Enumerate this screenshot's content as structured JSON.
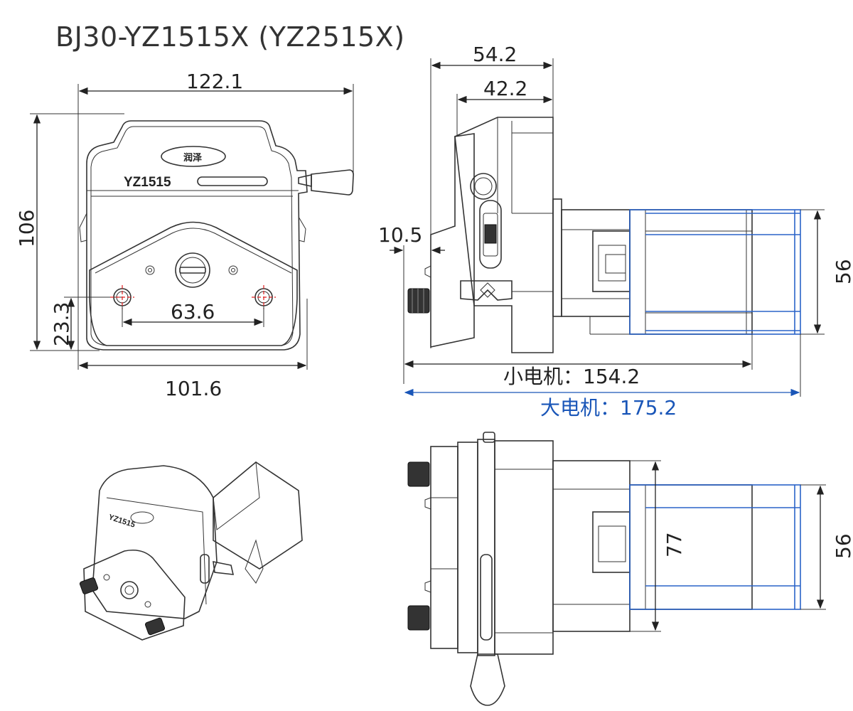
{
  "title": "BJ30-YZ1515X (YZ2515X)",
  "front_view": {
    "label_model": "YZ1515",
    "label_badge": "润泽",
    "dim_width_top": "122.1",
    "dim_height": "106",
    "dim_hole_height": "23.3",
    "dim_hole_spacing": "63.6",
    "dim_width_bottom": "101.6"
  },
  "side_view": {
    "dim_top_outer": "54.2",
    "dim_top_inner": "42.2",
    "dim_left_offset": "10.5",
    "dim_motor_height": "56",
    "dim_small_motor": "小电机：154.2",
    "dim_large_motor": "大电机：175.2"
  },
  "top_view": {
    "dim_mount": "77",
    "dim_motor_height": "56"
  },
  "colors": {
    "line": "#333333",
    "large_motor": "#2a63c8",
    "hole_marks": "#e02020"
  }
}
